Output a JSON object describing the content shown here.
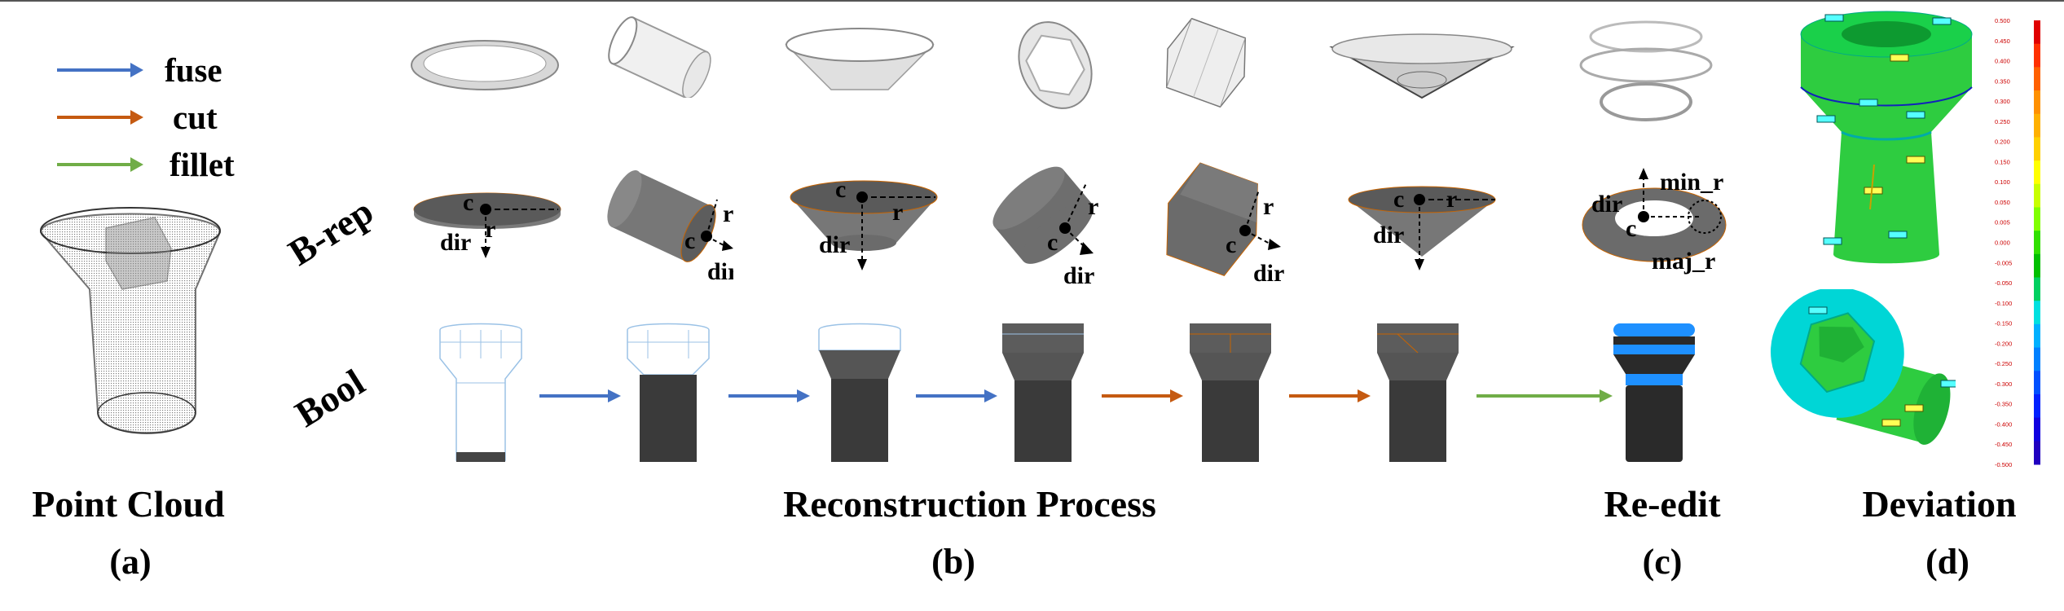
{
  "legend": {
    "fuse": {
      "label": "fuse",
      "color": "#4472c4"
    },
    "cut": {
      "label": "cut",
      "color": "#c55a11"
    },
    "fillet": {
      "label": "fillet",
      "color": "#70ad47"
    }
  },
  "rows": {
    "brep": "B-rep",
    "bool": "Bool"
  },
  "brep_labels": {
    "c": "c",
    "r": "r",
    "dir": "dir",
    "min_r": "min_r",
    "maj_r": "maj_r"
  },
  "captions": {
    "a": "Point Cloud",
    "b": "Reconstruction Process",
    "c": "Re-edit",
    "d": "Deviation"
  },
  "sublabels": {
    "a": "(a)",
    "b": "(b)",
    "c": "(c)",
    "d": "(d)"
  },
  "colorbar": {
    "ticks": [
      "0.500",
      "0.450",
      "0.400",
      "0.350",
      "0.300",
      "0.250",
      "0.200",
      "0.150",
      "0.100",
      "0.050",
      "0.005",
      "0.000",
      "-0.005",
      "-0.050",
      "-0.100",
      "-0.150",
      "-0.200",
      "-0.250",
      "-0.300",
      "-0.350",
      "-0.400",
      "-0.450",
      "-0.500"
    ],
    "colors": [
      "#e00000",
      "#ff3000",
      "#ff6000",
      "#ff9000",
      "#ffb000",
      "#ffd000",
      "#ffff00",
      "#c8ff00",
      "#80ff00",
      "#30e000",
      "#00c000",
      "#00d060",
      "#00e0e0",
      "#00b0ff",
      "#0080ff",
      "#0050ff",
      "#0020ff",
      "#1000e0",
      "#2000c0"
    ]
  }
}
